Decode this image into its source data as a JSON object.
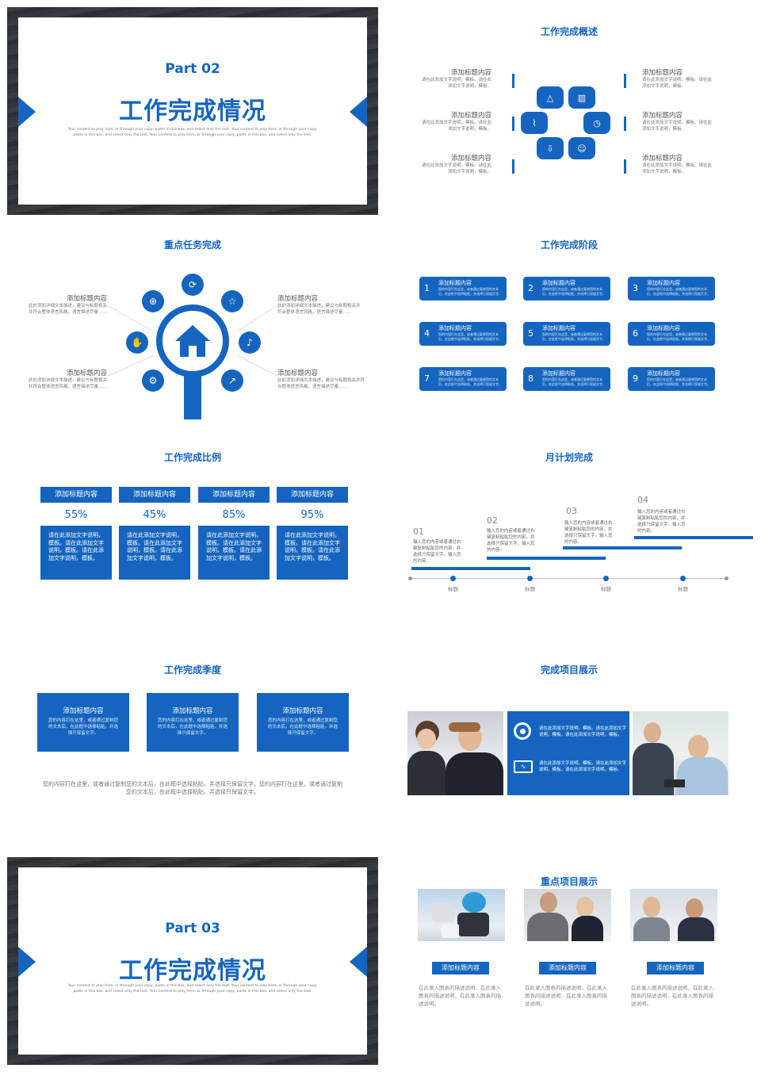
{
  "colors": {
    "accent": "#1565c0",
    "text": "#333333",
    "muted": "#777777"
  },
  "cover1": {
    "part": "Part 02",
    "title": "工作完成情况",
    "desc": "Your content to play here, or through your copy, paste in this box, and select only the text. Your content to play here, or through your copy, paste in this box, and select only the text. Your content to play here, or through your copy, paste in this box, and select only the text."
  },
  "overview": {
    "title": "工作完成概述",
    "items": [
      {
        "head": "添加标题内容",
        "desc": "请在此添加文字说明，模板。请在此添加文字说明，模板。"
      },
      {
        "head": "添加标题内容",
        "desc": "请在此添加文字说明，模板。请在此添加文字说明，模板。"
      },
      {
        "head": "添加标题内容",
        "desc": "请在此添加文字说明，模板。请在此添加文字说明，模板。"
      },
      {
        "head": "添加标题内容",
        "desc": "请在此添加文字说明，模板。请在此添加文字说明，模板。"
      },
      {
        "head": "添加标题内容",
        "desc": "请在此添加文字说明，模板。请在此添加文字说明，模板。"
      },
      {
        "head": "添加标题内容",
        "desc": "请在此添加文字说明，模板。请在此添加文字说明，模板。"
      }
    ]
  },
  "keytasks": {
    "title": "重点任务完成",
    "items": [
      {
        "head": "添加标题内容",
        "desc": "此处添加详细文本描述，建议与标题相关并符合整体语言风格，语言描述尽量……"
      },
      {
        "head": "添加标题内容",
        "desc": "此处添加详细文本描述，建议与标题相关并符合整体语言风格，语言描述尽量……"
      },
      {
        "head": "添加标题内容",
        "desc": "此处添加详细文本描述，建议与标题相关并符合整体语言风格，语言描述尽量……"
      },
      {
        "head": "添加标题内容",
        "desc": "此处添加详细文本描述，建议与标题相关并符合整体语言风格，语言描述尽量……"
      }
    ]
  },
  "stages": {
    "title": "工作完成阶段",
    "items": [
      {
        "num": "1",
        "head": "添加标题内容",
        "desc": "您的内容打在这里，或者通过复制您的文本后，在此框中选择粘贴，并选择只保留文字。"
      },
      {
        "num": "2",
        "head": "添加标题内容",
        "desc": "您的内容打在这里，或者通过复制您的文本后，在此框中选择粘贴，并选择只保留文字。"
      },
      {
        "num": "3",
        "head": "添加标题内容",
        "desc": "您的内容打在这里，或者通过复制您的文本后，在此框中选择粘贴，并选择只保留文字。"
      },
      {
        "num": "4",
        "head": "添加标题内容",
        "desc": "您的内容打在这里，或者通过复制您的文本后，在此框中选择粘贴，并选择只保留文字。"
      },
      {
        "num": "5",
        "head": "添加标题内容",
        "desc": "您的内容打在这里，或者通过复制您的文本后，在此框中选择粘贴，并选择只保留文字。"
      },
      {
        "num": "6",
        "head": "添加标题内容",
        "desc": "您的内容打在这里，或者通过复制您的文本后，在此框中选择粘贴，并选择只保留文字。"
      },
      {
        "num": "7",
        "head": "添加标题内容",
        "desc": "您的内容打在这里，或者通过复制您的文本后，在此框中选择粘贴，并选择只保留文字。"
      },
      {
        "num": "8",
        "head": "添加标题内容",
        "desc": "您的内容打在这里，或者通过复制您的文本后，在此框中选择粘贴，并选择只保留文字。"
      },
      {
        "num": "9",
        "head": "添加标题内容",
        "desc": "您的内容打在这里，或者通过复制您的文本后，在此框中选择粘贴，并选择只保留文字。"
      }
    ]
  },
  "ratio": {
    "title": "工作完成比例",
    "items": [
      {
        "head": "添加标题内容",
        "value": "55%",
        "desc": "请在此添加文字说明，模板。请在此添加文字说明，模板。请在此添加文字说明，模板。"
      },
      {
        "head": "添加标题内容",
        "value": "45%",
        "desc": "请在此添加文字说明，模板。请在此添加文字说明，模板。请在此添加文字说明，模板。"
      },
      {
        "head": "添加标题内容",
        "value": "85%",
        "desc": "请在此添加文字说明，模板。请在此添加文字说明，模板。请在此添加文字说明，模板。"
      },
      {
        "head": "添加标题内容",
        "value": "95%",
        "desc": "请在此添加文字说明，模板。请在此添加文字说明，模板。请在此添加文字说明，模板。"
      }
    ]
  },
  "monthly": {
    "title": "月计划完成",
    "items": [
      {
        "num": "01",
        "desc": "输入您的内容或者通过右键复制粘贴您的内容，并选择只保留文字。输入您的内容。",
        "label": "标题"
      },
      {
        "num": "02",
        "desc": "输入您的内容或者通过右键复制粘贴您的内容，并选择只保留文字。输入您的内容。",
        "label": "标题"
      },
      {
        "num": "03",
        "desc": "输入您的内容或者通过右键复制粘贴您的内容，并选择只保留文字。输入您的内容。",
        "label": "标题"
      },
      {
        "num": "04",
        "desc": "输入您的内容或者通过右键复制粘贴您的内容，并选择只保留文字。输入您的内容。",
        "label": "标题"
      }
    ]
  },
  "season": {
    "title": "工作完成季度",
    "items": [
      {
        "head": "添加标题内容",
        "desc": "您的内容打在这里，或者通过复制您的文本后，在此框中选择粘贴，并选择只保留文字。"
      },
      {
        "head": "添加标题内容",
        "desc": "您的内容打在这里，或者通过复制您的文本后，在此框中选择粘贴，并选择只保留文字。"
      },
      {
        "head": "添加标题内容",
        "desc": "您的内容打在这里，或者通过复制您的文本后，在此框中选择粘贴，并选择只保留文字。"
      }
    ],
    "footer": "您的内容打在这里，或者通过复制您的文本后，在此框中选择粘贴，并选择只保留文字。您的内容打在这里，或者通过复制您的文本后，在此框中选择粘贴，并选择只保留文字。"
  },
  "showcase": {
    "title": "完成项目展示",
    "items": [
      {
        "icon": "target-icon",
        "desc": "请在此添加文字说明，模板。请在此添加文字说明，模板。请在此添加文字说明，模板。"
      },
      {
        "icon": "monitor-chart-icon",
        "desc": "请在此添加文字说明，模板。请在此添加文字说明，模板。请在此添加文字说明，模板。"
      }
    ]
  },
  "cover2": {
    "part": "Part 03",
    "title": "工作完成情况",
    "desc": "Your content to play here, or through your copy, paste in this box, and select only the text. Your content to play here, or through your copy, paste in this box, and select only the text. Your content to play here, or through your copy, paste in this box, and select only the text."
  },
  "keyprojects": {
    "title": "重点项目展示",
    "items": [
      {
        "head": "添加标题内容",
        "desc": "在此录入图表的描述说明，在此录入图表的描述说明，在此录入图表的描述说明。"
      },
      {
        "head": "添加标题内容",
        "desc": "在此录入图表的描述说明，在此录入图表的描述说明，在此录入图表的描述说明。"
      },
      {
        "head": "添加标题内容",
        "desc": "在此录入图表的描述说明，在此录入图表的描述说明，在此录入图表的描述说明。"
      }
    ]
  }
}
